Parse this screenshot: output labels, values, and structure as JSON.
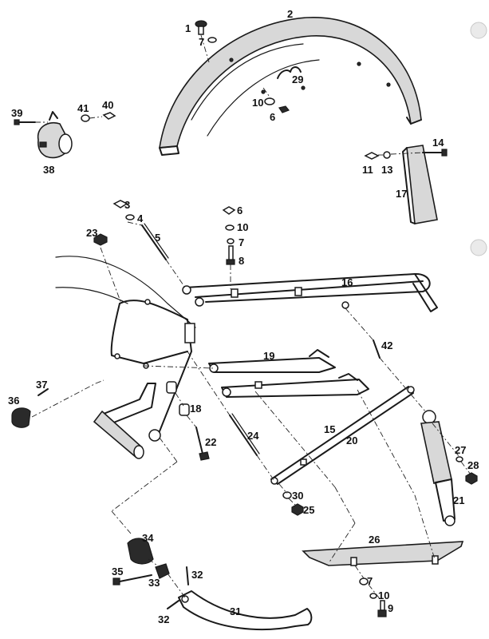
{
  "callouts": [
    {
      "id": "c1",
      "text": "1"
    },
    {
      "id": "c2",
      "text": "2"
    },
    {
      "id": "c7a",
      "text": "7"
    },
    {
      "id": "c29",
      "text": "29"
    },
    {
      "id": "c10a",
      "text": "10"
    },
    {
      "id": "c6a",
      "text": "6"
    },
    {
      "id": "c39",
      "text": "39"
    },
    {
      "id": "c41",
      "text": "41"
    },
    {
      "id": "c40",
      "text": "40"
    },
    {
      "id": "c38",
      "text": "38"
    },
    {
      "id": "c14",
      "text": "14"
    },
    {
      "id": "c11",
      "text": "11"
    },
    {
      "id": "c13",
      "text": "13"
    },
    {
      "id": "c17",
      "text": "17"
    },
    {
      "id": "c3",
      "text": "3"
    },
    {
      "id": "c4",
      "text": "4"
    },
    {
      "id": "c23",
      "text": "23"
    },
    {
      "id": "c5",
      "text": "5"
    },
    {
      "id": "c6b",
      "text": "6"
    },
    {
      "id": "c10b",
      "text": "10"
    },
    {
      "id": "c7b",
      "text": "7"
    },
    {
      "id": "c8",
      "text": "8"
    },
    {
      "id": "c16",
      "text": "16"
    },
    {
      "id": "c42",
      "text": "42"
    },
    {
      "id": "c19",
      "text": "19"
    },
    {
      "id": "c37",
      "text": "37"
    },
    {
      "id": "c36",
      "text": "36"
    },
    {
      "id": "c18",
      "text": "18"
    },
    {
      "id": "c22",
      "text": "22"
    },
    {
      "id": "c24",
      "text": "24"
    },
    {
      "id": "c15",
      "text": "15"
    },
    {
      "id": "c20",
      "text": "20"
    },
    {
      "id": "c27",
      "text": "27"
    },
    {
      "id": "c28",
      "text": "28"
    },
    {
      "id": "c30",
      "text": "30"
    },
    {
      "id": "c25",
      "text": "25"
    },
    {
      "id": "c21",
      "text": "21"
    },
    {
      "id": "c34",
      "text": "34"
    },
    {
      "id": "c26",
      "text": "26"
    },
    {
      "id": "c35",
      "text": "35"
    },
    {
      "id": "c33",
      "text": "33"
    },
    {
      "id": "c32a",
      "text": "32"
    },
    {
      "id": "c7c",
      "text": "7"
    },
    {
      "id": "c10c",
      "text": "10"
    },
    {
      "id": "c9",
      "text": "9"
    },
    {
      "id": "c31",
      "text": "31"
    },
    {
      "id": "c32b",
      "text": "32"
    }
  ]
}
